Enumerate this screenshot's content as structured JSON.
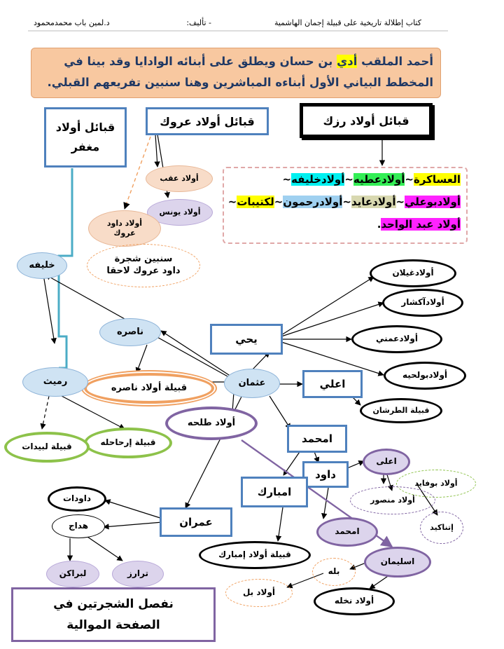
{
  "header": {
    "book": "كتاب إطلالة تاريخية على قبيلة إجمان الهاشمية",
    "author_label": "- تأليف:",
    "author": "د.لمين باب محمدمحمود"
  },
  "intro": {
    "segments": [
      {
        "text": "أحمد الملقب ",
        "hl": ""
      },
      {
        "text": "أدي",
        "hl": "y"
      },
      {
        "text": " بن حسان ويطلق على أبنائه الوادايا وقد بينا في المخطط البياني الأول أبناءه المباشرين وهنا سنبين تفريعهم القبلي.",
        "hl": ""
      }
    ]
  },
  "tribes": {
    "mughfir": "قبائل أولاد مغفر",
    "arouk": "قبائل أولاد عروك",
    "rizk": "قبائل أولاد رزك"
  },
  "rizk_box": {
    "line1": [
      {
        "text": "العساكرة",
        "hl": "y"
      },
      {
        "text": "~",
        "hl": ""
      },
      {
        "text": "أولادعطيه",
        "hl": "g"
      },
      {
        "text": "~",
        "hl": ""
      },
      {
        "text": "أولادخليفه",
        "hl": "c"
      },
      {
        "text": "~",
        "hl": ""
      }
    ],
    "line2": [
      {
        "text": "أولادبوعلي",
        "hl": "m"
      },
      {
        "text": "~",
        "hl": ""
      },
      {
        "text": "أولادعايد",
        "hl": "s"
      },
      {
        "text": "~",
        "hl": ""
      },
      {
        "text": "أولادرحمون",
        "hl": "b"
      },
      {
        "text": "~",
        "hl": ""
      },
      {
        "text": "لكتيبات",
        "hl": "y"
      },
      {
        "text": "~",
        "hl": ""
      }
    ],
    "line3": [
      {
        "text": "أولاد عبد الواحد",
        "hl": "m"
      },
      {
        "text": ".",
        "hl": ""
      }
    ]
  },
  "nodes": {
    "awlad_aqab": "أولاد عقب",
    "awlad_younes": "أولاد يونس",
    "awlad_dawood_arouk": "أولاد داود عروك",
    "dawood_note": "سنبين شجرة داود عروك لاحقا",
    "khalifa": "خليفه",
    "nasira": "ناصره",
    "qabilat_nasira": "قبيلة أولاد ناصره",
    "rumaith": "رميث",
    "qabilat_irhahla": "قبيلة إرحاحله",
    "qabilat_labidat": "قبيلة لبيدات",
    "othman": "عثمان",
    "yahya": "يحي",
    "awlad_ghaylan": "أولادغيلان",
    "awlad_akshar": "أولادآكشار",
    "awlad_amni": "أولادعمني",
    "awlad_bulhiya": "أولادبولحيه",
    "ali_scroll": "اعلي",
    "qabilat_tarshan": "قبيلة الطرشان",
    "awlad_talha": "أولاد طلحه",
    "mohamed_scroll": "امحمد",
    "dawood_scroll": "داود",
    "ali_ellipse": "اعلى",
    "awlad_bufaid": "أولاد بوفايد",
    "awlad_mansour": "أولاد منصور",
    "itnakid": "إتناكيد",
    "embarak": "امبارك",
    "qabilat_embarak": "قبيلة أولاد إمبارك",
    "mohamed_ellipse": "امحمد",
    "sulaiman": "اسليمان",
    "bila": "بله",
    "awlad_bil": "أولاد بل",
    "awlad_nakhla": "أولاد نخله",
    "omran": "عمران",
    "dawoodat": "داودات",
    "hadaj": "هداج",
    "tarariz": "ترارز",
    "libarakin": "لبراكن",
    "footer_note": "نفصل الشجرتين في الصفحة الموالية"
  },
  "colors": {
    "scroll_blue": "#4f81bd",
    "purple": "#8064a2",
    "green": "#8dc24a",
    "orange": "#f0a060",
    "intro_orange": "#f8c8a0",
    "light_blue_fill": "#cfe3f3",
    "lavender_fill": "#dcd4ec",
    "peach_fill": "#f8dcc8",
    "cyan_line": "#4bacc6"
  }
}
